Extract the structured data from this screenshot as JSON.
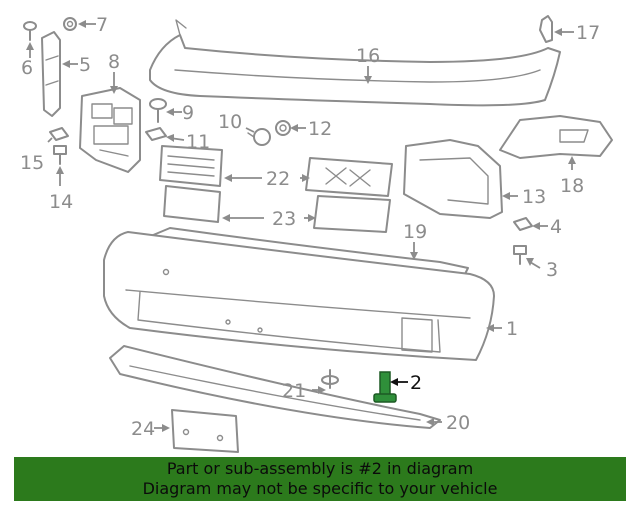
{
  "callouts": {
    "c1": "1",
    "c2": "2",
    "c3": "3",
    "c4": "4",
    "c5": "5",
    "c6": "6",
    "c7": "7",
    "c8": "8",
    "c9": "9",
    "c10": "10",
    "c11": "11",
    "c12": "12",
    "c13": "13",
    "c14": "14",
    "c15": "15",
    "c16": "16",
    "c17": "17",
    "c18": "18",
    "c19": "19",
    "c20": "20",
    "c21": "21",
    "c22": "22",
    "c23": "23",
    "c24": "24"
  },
  "highlight": {
    "part_number": "2",
    "color": "#2f8f3a"
  },
  "banner": {
    "line1": "Part or sub-assembly is #2 in diagram",
    "line2": "Diagram may not be specific to your vehicle",
    "background": "#2c7a1c"
  }
}
